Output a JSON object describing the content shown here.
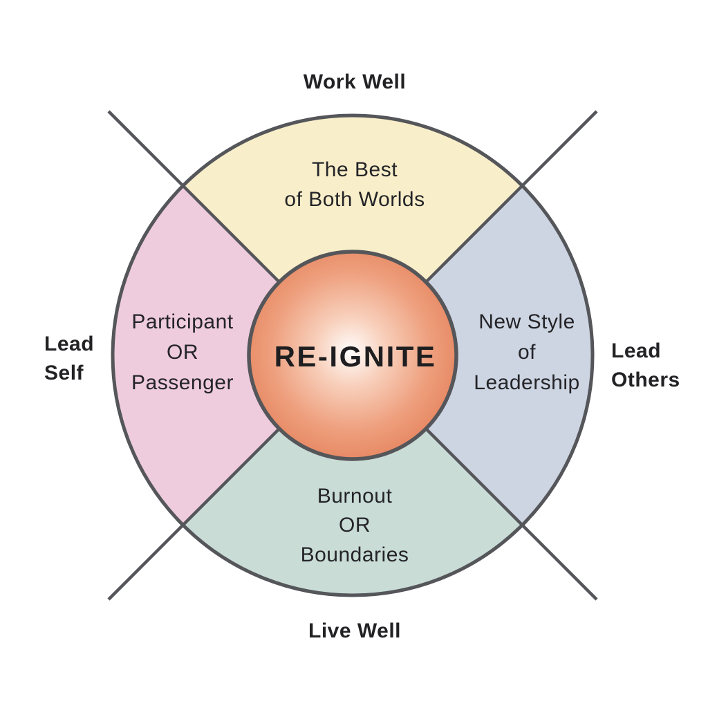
{
  "diagram": {
    "center": {
      "label": "RE-IGNITE",
      "gradient": {
        "inner": "#fffdfc",
        "light": "#f8d0bc",
        "mid": "#ee9f7d",
        "outer": "#e78a65"
      }
    },
    "outer_labels": {
      "top": "Work Well",
      "bottom": "Live Well",
      "left": {
        "line1": "Lead",
        "line2": "Self"
      },
      "right": {
        "line1": "Lead",
        "line2": "Others"
      }
    },
    "quadrants": {
      "top": {
        "line1": "The Best",
        "line2": "of Both Worlds",
        "color": "#f8eeca"
      },
      "right": {
        "line1": "New Style",
        "line2": "of",
        "line3": "Leadership",
        "color": "#cdd5e2"
      },
      "bottom": {
        "line1": "Burnout",
        "line2": "OR",
        "line3": "Boundaries",
        "color": "#c9dcd6"
      },
      "left": {
        "line1": "Participant",
        "line2": "OR",
        "line3": "Passenger",
        "color": "#eeccdd"
      }
    },
    "colors": {
      "outline": "#55565a",
      "text": "#242428",
      "background": "#ffffff"
    }
  }
}
